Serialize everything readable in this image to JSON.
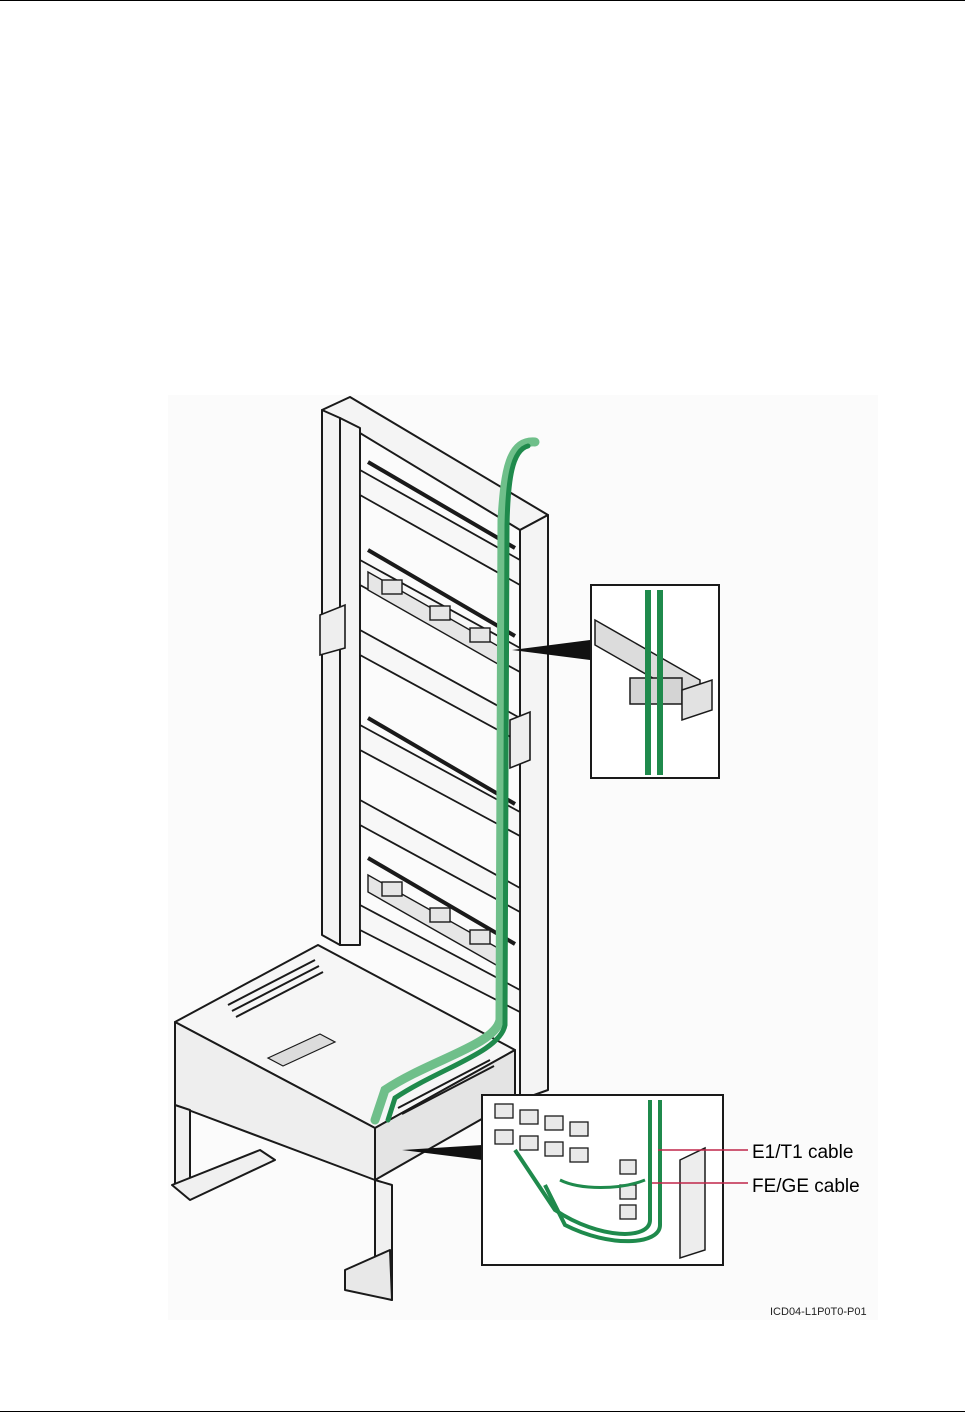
{
  "figure": {
    "callouts": {
      "e1t1": "E1/T1 cable",
      "fege": "FE/GE cable"
    },
    "figure_id": "ICD04-L1P0T0-P01"
  },
  "colors": {
    "cable": "#1f8a4c",
    "cable_light": "#6fbf8a",
    "callout_line": "#c0264a",
    "frame_stroke": "#1a1a1a",
    "frame_fill": "#f4f4f4"
  }
}
